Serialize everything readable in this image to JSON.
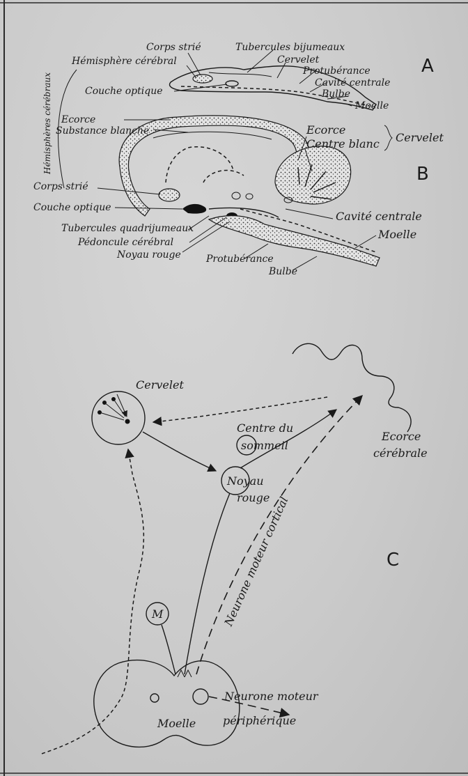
{
  "figure_letters": {
    "a": "A",
    "b": "B",
    "c": "C"
  },
  "panel_a": {
    "side_label": "Hémisphères cérébraux",
    "labels": {
      "corps_strie": "Corps strié",
      "hemisphere": "Hémisphère cérébral",
      "couche_optique": "Couche optique",
      "tubercules_bijumeaux": "Tubercules bijumeaux",
      "cervelet": "Cervelet",
      "protuberance": "Protubérance",
      "cavite_centrale": "Cavité centrale",
      "bulbe": "Bulbe",
      "moelle": "Moelle"
    }
  },
  "panel_b": {
    "labels": {
      "ecorce_left": "Ecorce",
      "substance_blanche": "Substance blanche",
      "ecorce_right": "Ecorce",
      "centre_blanc": "Centre blanc",
      "cervelet": "Cervelet",
      "corps_strie": "Corps strié",
      "couche_optique": "Couche optique",
      "tubercules_quadrijumeaux": "Tubercules quadrijumeaux",
      "pedoncule": "Pédoncule cérébral",
      "noyau_rouge": "Noyau rouge",
      "protuberance": "Protubérance",
      "bulbe": "Bulbe",
      "cavite_centrale": "Cavité centrale",
      "moelle": "Moelle"
    }
  },
  "panel_c": {
    "labels": {
      "cervelet": "Cervelet",
      "centre_sommeil_1": "Centre du",
      "centre_sommeil_2": "sommeil",
      "noyau_rouge_1": "Noyau",
      "noyau_rouge_2": "rouge",
      "ecorce_1": "Ecorce",
      "ecorce_2": "cérébrale",
      "neurone_cortical": "Neurone moteur cortical",
      "m": "M",
      "moelle": "Moelle",
      "neurone_periph_1": "Neurone moteur",
      "neurone_periph_2": "périphérique"
    }
  }
}
